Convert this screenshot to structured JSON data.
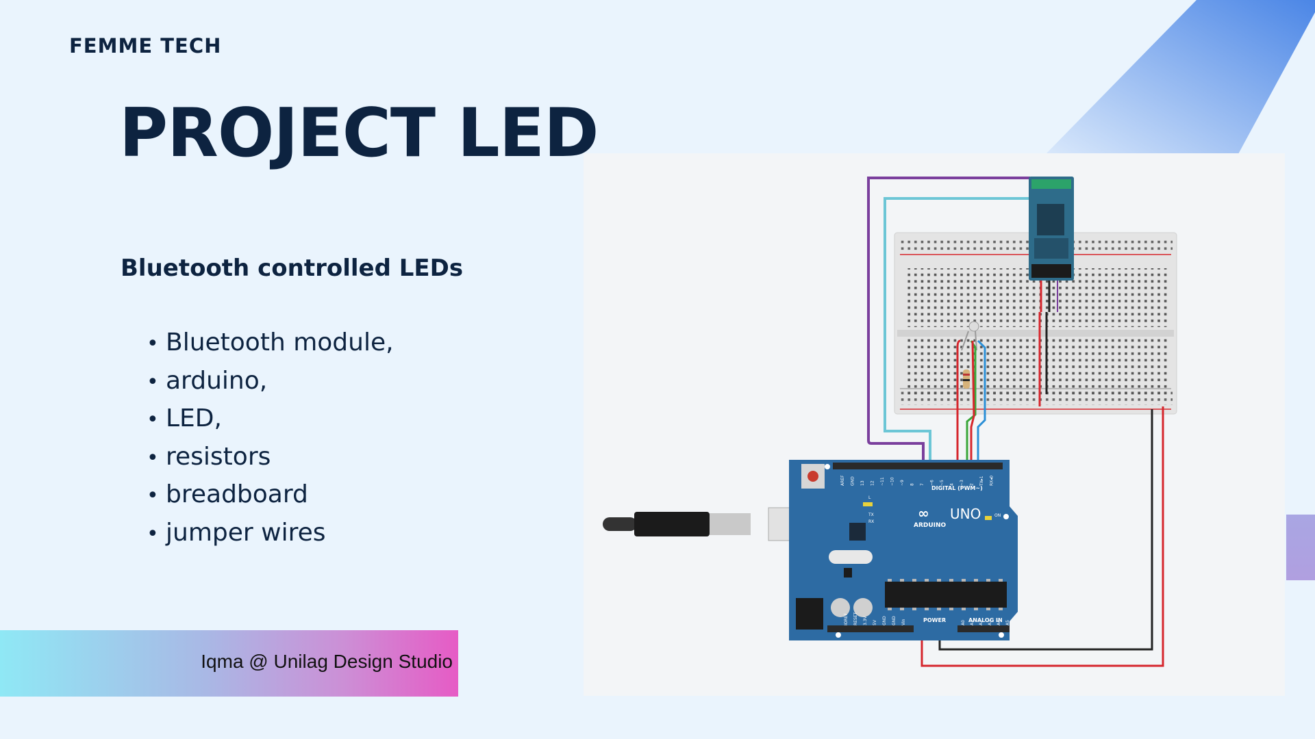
{
  "slide": {
    "brand": "FEMME TECH",
    "title": "PROJECT LED",
    "subtitle": "Bluetooth controlled LEDs",
    "bullet_glyph": "•",
    "components": [
      "Bluetooth module,",
      "arduino,",
      "LED,",
      "resistors",
      "breadboard",
      "jumper wires"
    ],
    "footer": "Iqma @ Unilag Design Studio"
  },
  "diagram": {
    "board_name": "UNO",
    "board_brand": "ARDUINO",
    "digital_label": "DIGITAL (PWM~)",
    "power_label": "POWER",
    "analog_label": "ANALOG IN",
    "on_label": "ON",
    "tx_label": "TX",
    "rx_label": "RX",
    "l_label": "L",
    "digital_pins": [
      "AREF",
      "GND",
      "13",
      "12",
      "~11",
      "~10",
      "~9",
      "8",
      "7",
      "~6",
      "~5",
      "4",
      "~3",
      "2",
      "TX▸1",
      "RX◂0"
    ],
    "power_pins": [
      "IOREF",
      "RESET",
      "3.3V",
      "5V",
      "GND",
      "GND",
      "Vin"
    ],
    "analog_pins": [
      "A0",
      "A1",
      "A2",
      "A3",
      "A4",
      "A5"
    ]
  },
  "colors": {
    "background": "#eaf4fd",
    "text": "#0d2340",
    "board": "#2d6ba3",
    "wire_purple": "#7a3f9d",
    "wire_cyan": "#6cc6d6",
    "wire_red": "#d6262d",
    "wire_green": "#3aa63a",
    "wire_blue": "#2c8fd6",
    "wire_black": "#222222"
  }
}
